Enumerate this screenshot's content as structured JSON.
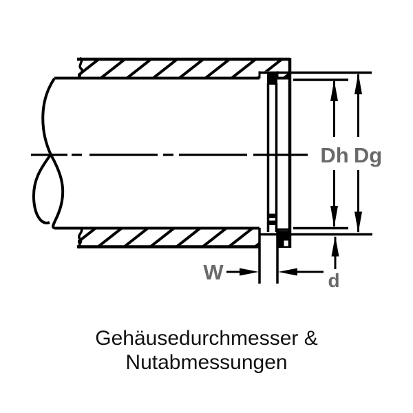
{
  "diagram": {
    "labels": {
      "housing_bore_diameter": "Dh",
      "groove_diameter": "Dg",
      "groove_width": "W",
      "groove_depth": "d"
    },
    "caption": {
      "line1": "Gehäusedurchmesser &",
      "line2": "Nutabmessungen"
    },
    "colors": {
      "line": "#000000",
      "dimension_label": "#6a6a6a",
      "caption_text": "#111111",
      "background": "#ffffff"
    }
  }
}
